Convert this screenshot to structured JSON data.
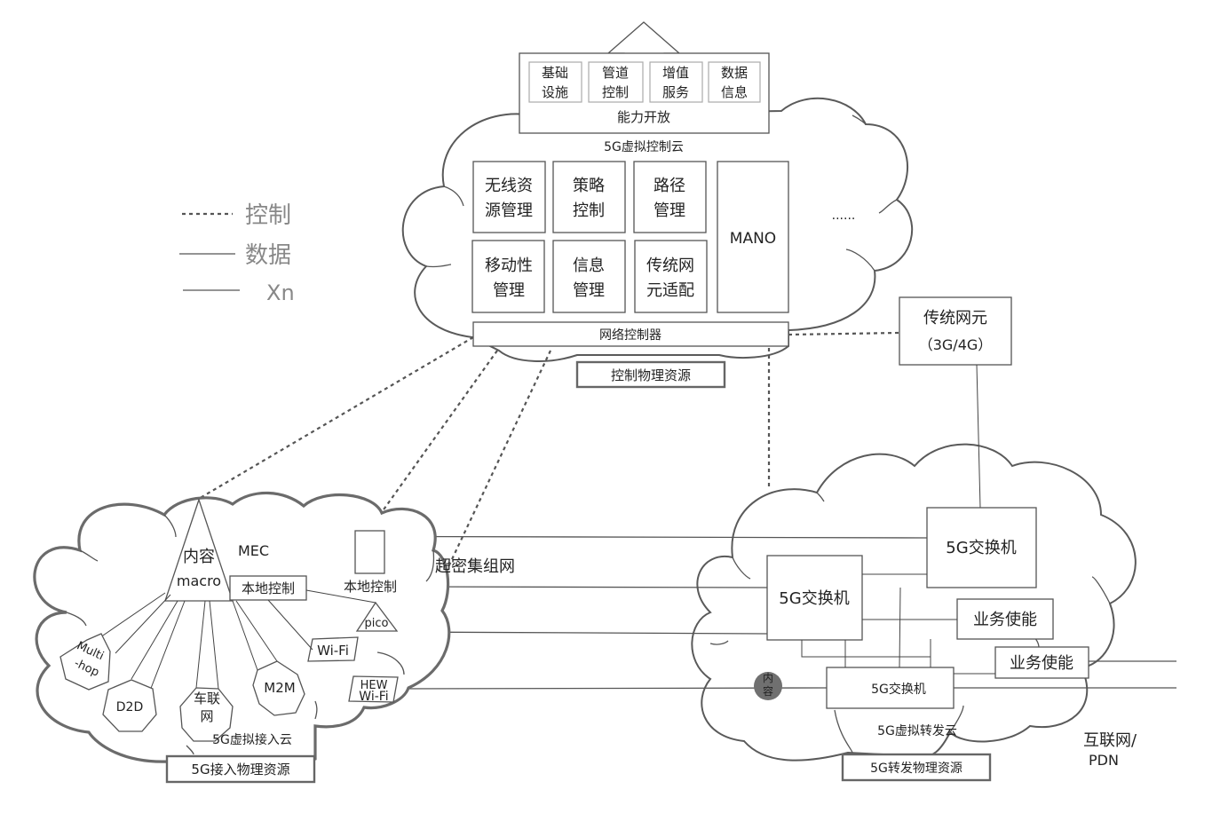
{
  "legend": {
    "items": [
      {
        "style": "dotted",
        "label": "控制"
      },
      {
        "style": "solid",
        "label": "数据"
      },
      {
        "style": "solid",
        "label": "Xn"
      }
    ]
  },
  "capability_exposure": {
    "items": [
      [
        "基础",
        "设施"
      ],
      [
        "管道",
        "控制"
      ],
      [
        "增值",
        "服务"
      ],
      [
        "数据",
        "信息"
      ]
    ],
    "label": "能力开放"
  },
  "control_cloud": {
    "title": "5G虚拟控制云",
    "modules": [
      [
        "无线资",
        "源管理"
      ],
      [
        "策略",
        "控制"
      ],
      [
        "路径",
        "管理"
      ],
      [
        "移动性",
        "管理"
      ],
      [
        "信息",
        "管理"
      ],
      [
        "传统网",
        "元适配"
      ]
    ],
    "mano": "MANO",
    "ellipsis": "......",
    "network_controller": "网络控制器",
    "physical_resource": "控制物理资源"
  },
  "legacy_element": {
    "line1": "传统网元",
    "line2": "（3G/4G）"
  },
  "access_cloud": {
    "macro_content": "内容",
    "macro": "macro",
    "mec": "MEC",
    "local_control_1": "本地控制",
    "local_control_2": "本地控制",
    "ultra_dense": "超密集组网",
    "pico": "pico",
    "wifi": "Wi-Fi",
    "hew_wifi": [
      "HEW",
      "Wi-Fi"
    ],
    "devices": {
      "multihop": [
        "Multi",
        "-hop"
      ],
      "d2d": "D2D",
      "v2x": [
        "车联",
        "网"
      ],
      "m2m": "M2M"
    },
    "title": "5G虚拟接入云",
    "physical_resource": "5G接入物理资源"
  },
  "forwarding_cloud": {
    "switch_top": "5G交换机",
    "switch_mid": "5G交换机",
    "switch_bottom": "5G交换机",
    "service_enable_1": "业务使能",
    "service_enable_2": "业务使能",
    "content": [
      "内",
      "容"
    ],
    "title": "5G虚拟转发云",
    "physical_resource": "5G转发物理资源"
  },
  "internet": {
    "line1": "互联网/",
    "line2": "PDN"
  },
  "colors": {
    "stroke": "#555555",
    "content_dot": "#707070",
    "legend_text": "#888888"
  }
}
